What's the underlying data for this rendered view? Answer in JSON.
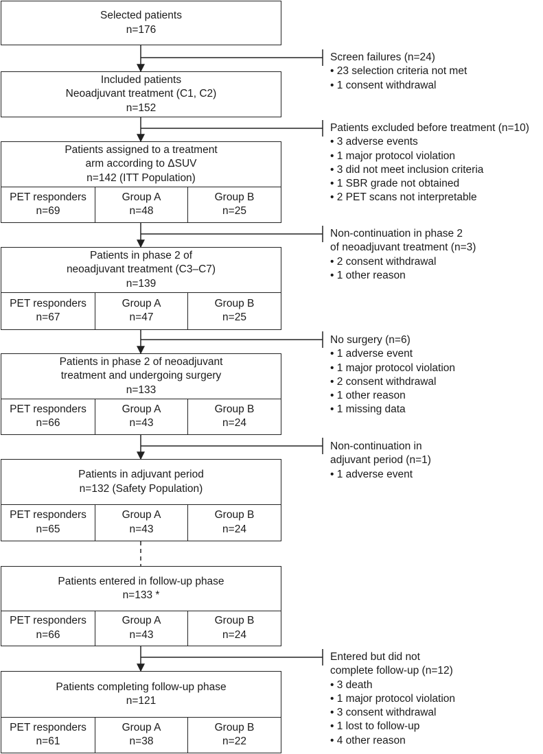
{
  "stages": [
    {
      "id": "selected",
      "lines": [
        "Selected patients",
        "n=176"
      ]
    },
    {
      "id": "included",
      "lines": [
        "Included patients",
        "Neoadjuvant treatment (C1, C2)",
        "n=152"
      ]
    },
    {
      "id": "assigned",
      "lines": [
        "Patients assigned to a treatment",
        "arm according to ΔSUV",
        "n=142 (ITT Population)"
      ],
      "groups": [
        {
          "label": "PET responders",
          "n": "n=69"
        },
        {
          "label": "Group A",
          "n": "n=48"
        },
        {
          "label": "Group B",
          "n": "n=25"
        }
      ]
    },
    {
      "id": "phase2",
      "lines": [
        "Patients in phase 2 of",
        "neoadjuvant treatment (C3–C7)",
        "n=139"
      ],
      "groups": [
        {
          "label": "PET responders",
          "n": "n=67"
        },
        {
          "label": "Group A",
          "n": "n=47"
        },
        {
          "label": "Group B",
          "n": "n=25"
        }
      ]
    },
    {
      "id": "surgery",
      "lines": [
        "Patients in phase 2 of neoadjuvant",
        "treatment and undergoing surgery",
        "n=133"
      ],
      "groups": [
        {
          "label": "PET responders",
          "n": "n=66"
        },
        {
          "label": "Group A",
          "n": "n=43"
        },
        {
          "label": "Group B",
          "n": "n=24"
        }
      ]
    },
    {
      "id": "adjuvant",
      "lines": [
        "Patients in adjuvant period",
        "n=132 (Safety Population)"
      ],
      "groups": [
        {
          "label": "PET responders",
          "n": "n=65"
        },
        {
          "label": "Group A",
          "n": "n=43"
        },
        {
          "label": "Group B",
          "n": "n=24"
        }
      ]
    },
    {
      "id": "followup",
      "lines": [
        "Patients entered in follow-up phase",
        "n=133 *"
      ],
      "groups": [
        {
          "label": "PET responders",
          "n": "n=66"
        },
        {
          "label": "Group A",
          "n": "n=43"
        },
        {
          "label": "Group B",
          "n": "n=24"
        }
      ]
    },
    {
      "id": "completed",
      "lines": [
        "Patients completing follow-up phase",
        "n=121"
      ],
      "groups": [
        {
          "label": "PET responders",
          "n": "n=61"
        },
        {
          "label": "Group A",
          "n": "n=38"
        },
        {
          "label": "Group B",
          "n": "n=22"
        }
      ]
    }
  ],
  "exclusions": [
    {
      "id": "screen-failures",
      "lines": [
        "Screen failures (n=24)",
        "• 23 selection criteria not met",
        "• 1 consent withdrawal"
      ]
    },
    {
      "id": "excluded-before-treatment",
      "lines": [
        "Patients excluded before treatment (n=10)",
        "• 3 adverse events",
        "• 1 major protocol violation",
        "• 3 did not meet inclusion criteria",
        "• 1 SBR grade not obtained",
        "• 2 PET scans not interpretable"
      ]
    },
    {
      "id": "non-continuation-phase2",
      "lines": [
        "Non-continuation in phase 2",
        "of neoadjuvant treatment (n=3)",
        "• 2 consent withdrawal",
        "• 1 other reason"
      ]
    },
    {
      "id": "no-surgery",
      "lines": [
        "No surgery (n=6)",
        "• 1 adverse event",
        "• 1 major protocol violation",
        "• 2 consent withdrawal",
        "• 1 other reason",
        "• 1 missing data"
      ]
    },
    {
      "id": "non-continuation-adjuvant",
      "lines": [
        "Non-continuation in",
        "adjuvant period (n=1)",
        "• 1 adverse event"
      ]
    },
    {
      "id": "incomplete-followup",
      "lines": [
        "Entered but did not",
        "complete follow-up (n=12)",
        "• 3 death",
        "• 1 major protocol violation",
        "• 3 consent withdrawal",
        "• 1 lost to follow-up",
        "• 4 other reason"
      ]
    }
  ]
}
